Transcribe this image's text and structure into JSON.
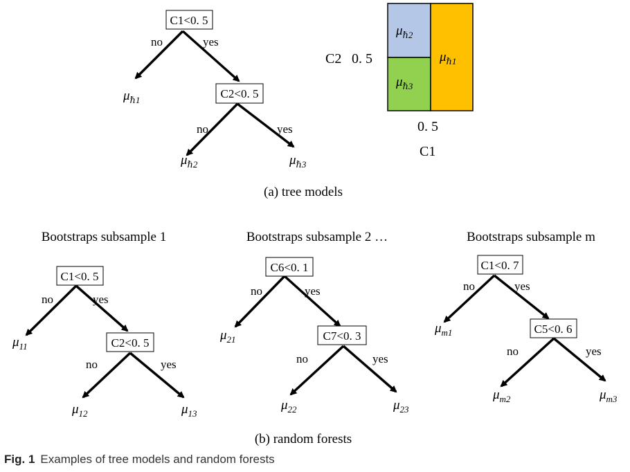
{
  "tree_model": {
    "root": "C1<0. 5",
    "root_no": "no",
    "root_yes": "yes",
    "leaf1_mu": "μ",
    "leaf1_sub": "ℏ1",
    "inner": "C2<0. 5",
    "inner_no": "no",
    "inner_yes": "yes",
    "leaf2_mu": "μ",
    "leaf2_sub": "ℏ2",
    "leaf3_mu": "μ",
    "leaf3_sub": "ℏ3"
  },
  "partition": {
    "c2_label": "C2",
    "c2_value": "0. 5",
    "c1_value": "0. 5",
    "c1_label": "C1",
    "region_top_left_mu": "μ",
    "region_top_left_sub": "ℏ2",
    "region_bottom_left_mu": "μ",
    "region_bottom_left_sub": "ℏ3",
    "region_right_mu": "μ",
    "region_right_sub": "ℏ1",
    "colors": {
      "top_left": "#b4c7e7",
      "bottom_left": "#92d050",
      "right": "#ffc000"
    }
  },
  "caption_a": "(a) tree models",
  "forests": [
    {
      "title": "Bootstraps subsample 1",
      "root": "C1<0. 5",
      "root_no": "no",
      "root_yes": "yes",
      "leaf1_mu": "μ",
      "leaf1_sub": "11",
      "inner": "C2<0. 5",
      "inner_no": "no",
      "inner_yes": "yes",
      "leaf2_mu": "μ",
      "leaf2_sub": "12",
      "leaf3_mu": "μ",
      "leaf3_sub": "13"
    },
    {
      "title": "Bootstraps subsample 2 …",
      "root": "C6<0. 1",
      "root_no": "no",
      "root_yes": "yes",
      "leaf1_mu": "μ",
      "leaf1_sub": "21",
      "inner": "C7<0. 3",
      "inner_no": "no",
      "inner_yes": "yes",
      "leaf2_mu": "μ",
      "leaf2_sub": "22",
      "leaf3_mu": "μ",
      "leaf3_sub": "23"
    },
    {
      "title": "Bootstraps subsample m",
      "root": "C1<0. 7",
      "root_no": "no",
      "root_yes": "yes",
      "leaf1_mu": "μ",
      "leaf1_sub": "m1",
      "inner": "C5<0. 6",
      "inner_no": "no",
      "inner_yes": "yes",
      "leaf2_mu": "μ",
      "leaf2_sub": "m2",
      "leaf3_mu": "μ",
      "leaf3_sub": "m3"
    }
  ],
  "caption_b": "(b) random forests",
  "figure_caption": {
    "label": "Fig. 1",
    "text": "Examples of tree models and random forests"
  }
}
